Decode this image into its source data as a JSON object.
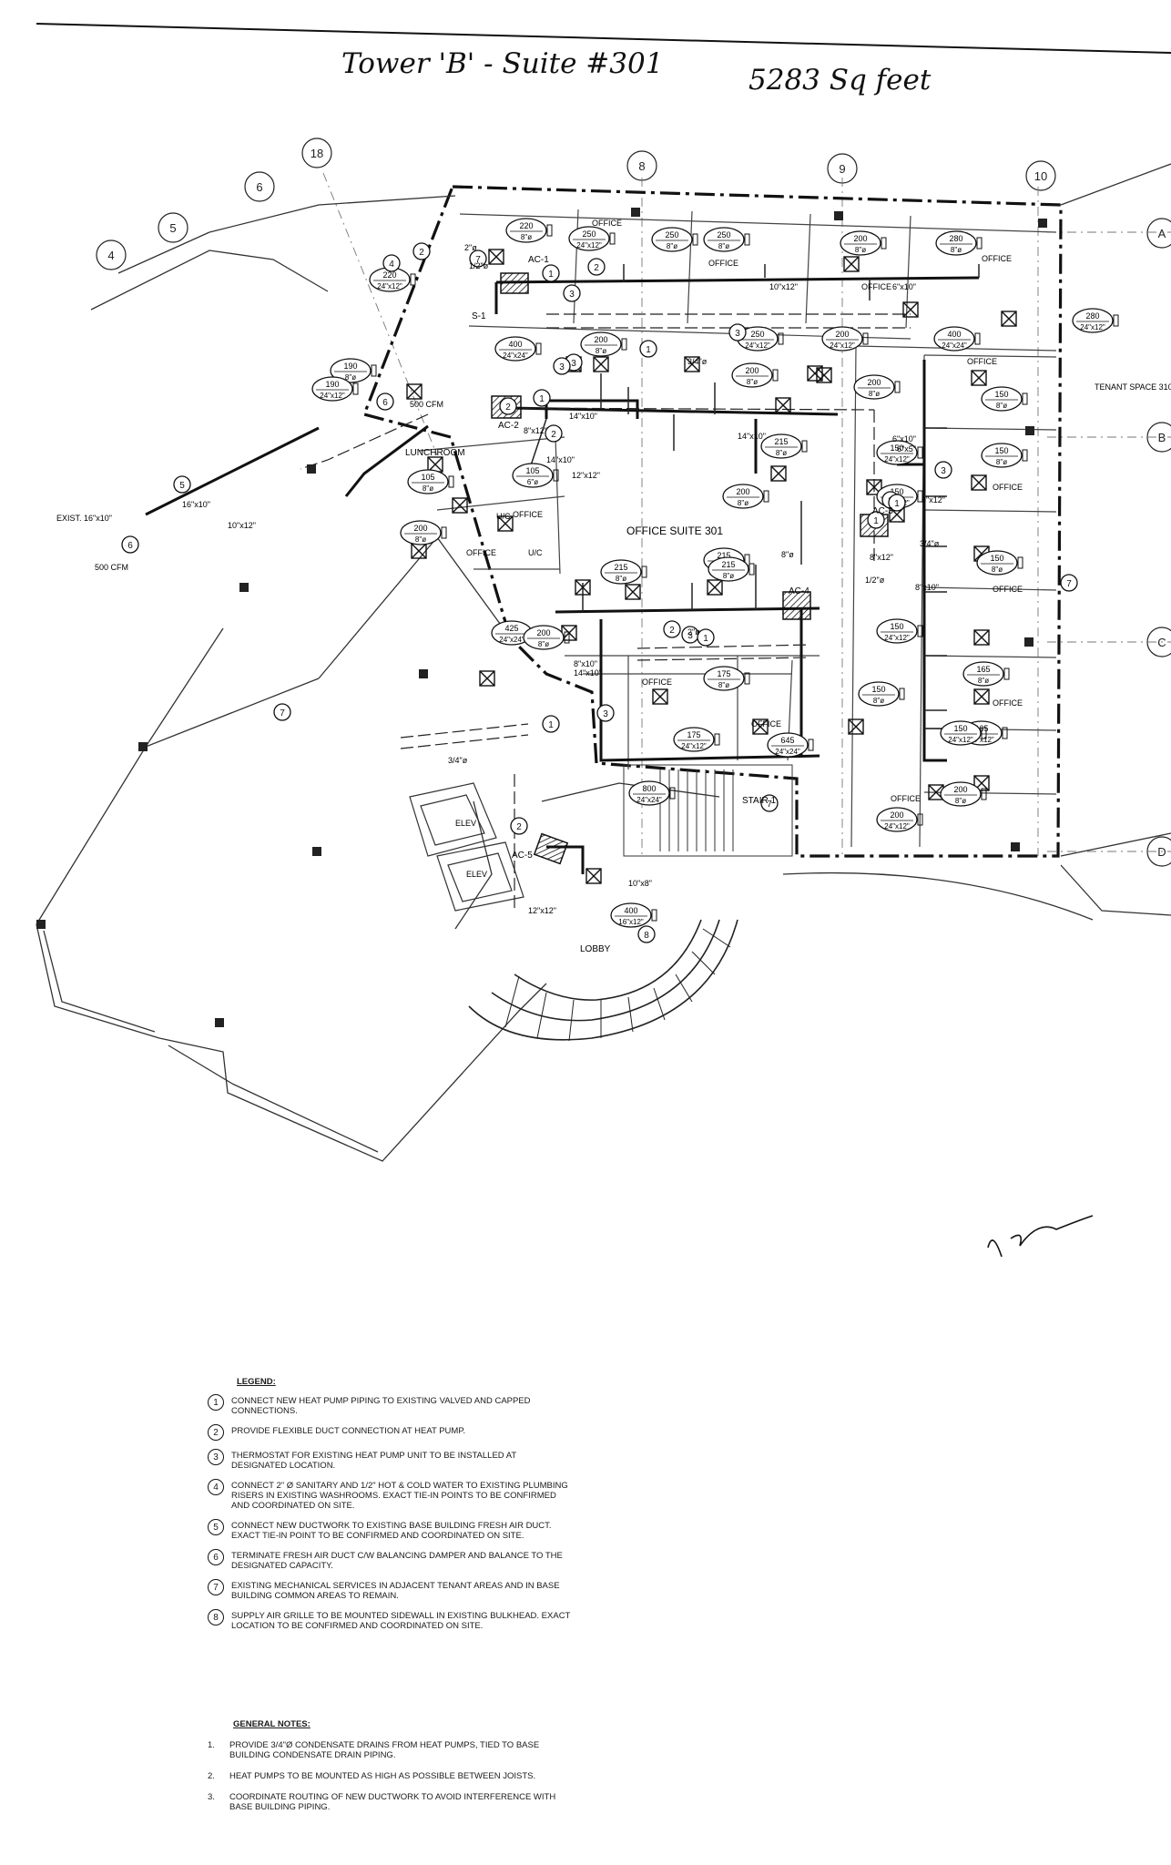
{
  "header": {
    "title_handwritten": "Tower 'B' - Suite #301",
    "area_handwritten": "5283 Sq feet"
  },
  "gridlines": [
    "18",
    "6",
    "5",
    "4",
    "8",
    "9",
    "10",
    "A",
    "B",
    "C",
    "D"
  ],
  "rooms": {
    "office_suite": "OFFICE SUITE 301",
    "lunchroom": "LUNCHROOM",
    "tenant_space": "TENANT SPACE 310",
    "stair": "STAIR 1",
    "lobby": "LOBBY",
    "elev1": "ELEV",
    "elev2": "ELEV",
    "office": "OFFICE",
    "uc1": "U/C",
    "uc2": "U/C"
  },
  "equipment": [
    "AC-1",
    "AC-2",
    "AC-3",
    "AC-4",
    "AC-5",
    "S-1"
  ],
  "ducts": [
    "16\"x10\"",
    "10\"x12\"",
    "8\"x12\"",
    "6\"x10\"",
    "14\"x10\"",
    "8\"x10\"",
    "12\"x12\"",
    "10\"x8\"",
    "6\"x5\"",
    "6\"x12\"",
    "3/4\"ø",
    "2\"ø",
    "1/2\"ø",
    "8\"ø"
  ],
  "exist_duct": "EXIST. 16\"x10\"",
  "cfm_tags": [
    {
      "cfm": "220",
      "size": "8\"ø"
    },
    {
      "cfm": "250",
      "size": "24\"x12\""
    },
    {
      "cfm": "250",
      "size": "8\"ø"
    },
    {
      "cfm": "250",
      "size": "8\"ø"
    },
    {
      "cfm": "200",
      "size": "8\"ø"
    },
    {
      "cfm": "280",
      "size": "8\"ø"
    },
    {
      "cfm": "220",
      "size": "24\"x12\""
    },
    {
      "cfm": "280",
      "size": "24\"x12\""
    },
    {
      "cfm": "400",
      "size": "24\"x24\""
    },
    {
      "cfm": "200",
      "size": "8\"ø"
    },
    {
      "cfm": "250",
      "size": "24\"x12\""
    },
    {
      "cfm": "200",
      "size": "24\"x12\""
    },
    {
      "cfm": "400",
      "size": "24\"x24\""
    },
    {
      "cfm": "190",
      "size": "8\"ø"
    },
    {
      "cfm": "190",
      "size": "24\"x12\""
    },
    {
      "cfm": "200",
      "size": "8\"ø"
    },
    {
      "cfm": "200",
      "size": "8\"ø"
    },
    {
      "cfm": "150",
      "size": "8\"ø"
    },
    {
      "cfm": "215",
      "size": "8\"ø"
    },
    {
      "cfm": "150",
      "size": "24\"x12\""
    },
    {
      "cfm": "150",
      "size": "8\"ø"
    },
    {
      "cfm": "105",
      "size": "8\"ø"
    },
    {
      "cfm": "105",
      "size": "6\"ø"
    },
    {
      "cfm": "200",
      "size": "8\"ø"
    },
    {
      "cfm": "150",
      "size": "24\"x12\""
    },
    {
      "cfm": "200",
      "size": "8\"ø"
    },
    {
      "cfm": "215",
      "size": "8\"ø"
    },
    {
      "cfm": "215",
      "size": "8\"ø"
    },
    {
      "cfm": "150",
      "size": "8\"ø"
    },
    {
      "cfm": "215",
      "size": "8\"ø"
    },
    {
      "cfm": "425",
      "size": "24\"x24\""
    },
    {
      "cfm": "200",
      "size": "8\"ø"
    },
    {
      "cfm": "150",
      "size": "24\"x12\""
    },
    {
      "cfm": "165",
      "size": "8\"ø"
    },
    {
      "cfm": "175",
      "size": "8\"ø"
    },
    {
      "cfm": "150",
      "size": "8\"ø"
    },
    {
      "cfm": "165",
      "size": "24\"x12\""
    },
    {
      "cfm": "175",
      "size": "24\"x12\""
    },
    {
      "cfm": "645",
      "size": "24\"x24\""
    },
    {
      "cfm": "150",
      "size": "24\"x12\""
    },
    {
      "cfm": "800",
      "size": "24\"x24\""
    },
    {
      "cfm": "200",
      "size": "8\"ø"
    },
    {
      "cfm": "200",
      "size": "24\"x12\""
    },
    {
      "cfm": "400",
      "size": "16\"x12\""
    }
  ],
  "cfm_labels": [
    "500 CFM",
    "500 CFM"
  ],
  "legend": {
    "title": "LEGEND:",
    "items": [
      {
        "n": "1",
        "text": "CONNECT NEW HEAT PUMP PIPING TO EXISTING VALVED AND CAPPED CONNECTIONS."
      },
      {
        "n": "2",
        "text": "PROVIDE FLEXIBLE DUCT CONNECTION AT HEAT PUMP."
      },
      {
        "n": "3",
        "text": "THERMOSTAT FOR EXISTING HEAT PUMP UNIT TO BE INSTALLED AT DESIGNATED LOCATION."
      },
      {
        "n": "4",
        "text": "CONNECT 2\" ø SANITARY AND 1/2\" HOT & COLD WATER TO EXISTING PLUMBING RISERS IN EXISTING WASHROOMS. EXACT TIE-IN POINTS TO BE CONFIRMED AND COORDINATED ON SITE."
      },
      {
        "n": "5",
        "text": "CONNECT NEW DUCTWORK TO EXISTING BASE BUILDING FRESH AIR DUCT. EXACT TIE-IN POINT TO BE CONFIRMED AND COORDINATED ON SITE."
      },
      {
        "n": "6",
        "text": "TERMINATE FRESH AIR DUCT C/W BALANCING DAMPER AND BALANCE TO THE DESIGNATED CAPACITY."
      },
      {
        "n": "7",
        "text": "EXISTING MECHANICAL SERVICES IN ADJACENT TENANT AREAS AND IN BASE BUILDING COMMON AREAS TO REMAIN."
      },
      {
        "n": "8",
        "text": "SUPPLY AIR GRILLE TO BE MOUNTED SIDEWALL IN EXISTING BULKHEAD. EXACT LOCATION TO BE CONFIRMED AND COORDINATED ON SITE."
      }
    ]
  },
  "general_notes": {
    "title": "GENERAL NOTES:",
    "items": [
      {
        "n": "1.",
        "text": "PROVIDE 3/4\"ø CONDENSATE DRAINS FROM HEAT PUMPS, TIED TO BASE BUILDING CONDENSATE DRAIN PIPING."
      },
      {
        "n": "2.",
        "text": "HEAT PUMPS TO BE MOUNTED AS HIGH AS POSSIBLE BETWEEN JOISTS."
      },
      {
        "n": "3.",
        "text": "COORDINATE ROUTING OF NEW DUCTWORK TO AVOID INTERFERENCE WITH BASE BUILDING PIPING."
      }
    ]
  }
}
